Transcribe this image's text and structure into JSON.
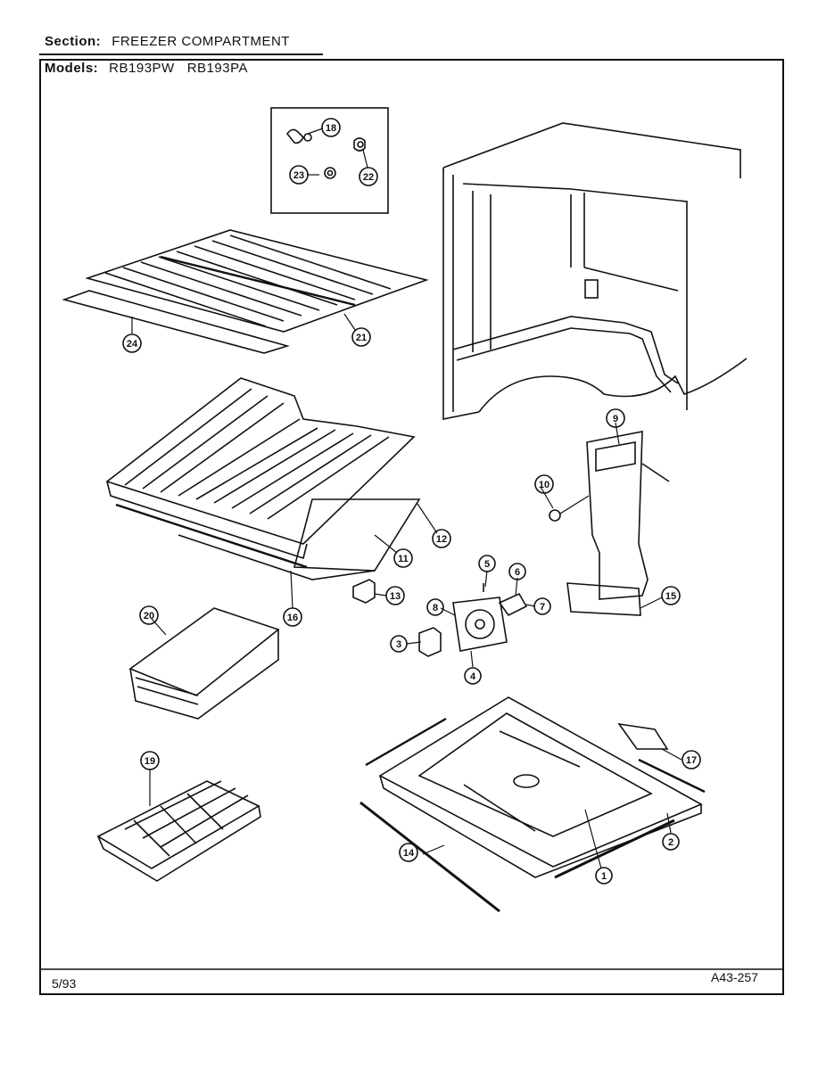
{
  "header": {
    "section_label": "Section:",
    "section_value": "FREEZER COMPARTMENT",
    "models_label": "Models:",
    "models_value": "RB193PW   RB193PA"
  },
  "footer": {
    "date": "5/93",
    "code": "A43-257"
  },
  "callouts": [
    "18",
    "22",
    "23",
    "24",
    "21",
    "9",
    "10",
    "12",
    "11",
    "16",
    "13",
    "5",
    "6",
    "8",
    "7",
    "15",
    "3",
    "4",
    "20",
    "19",
    "17",
    "14",
    "1",
    "2"
  ]
}
